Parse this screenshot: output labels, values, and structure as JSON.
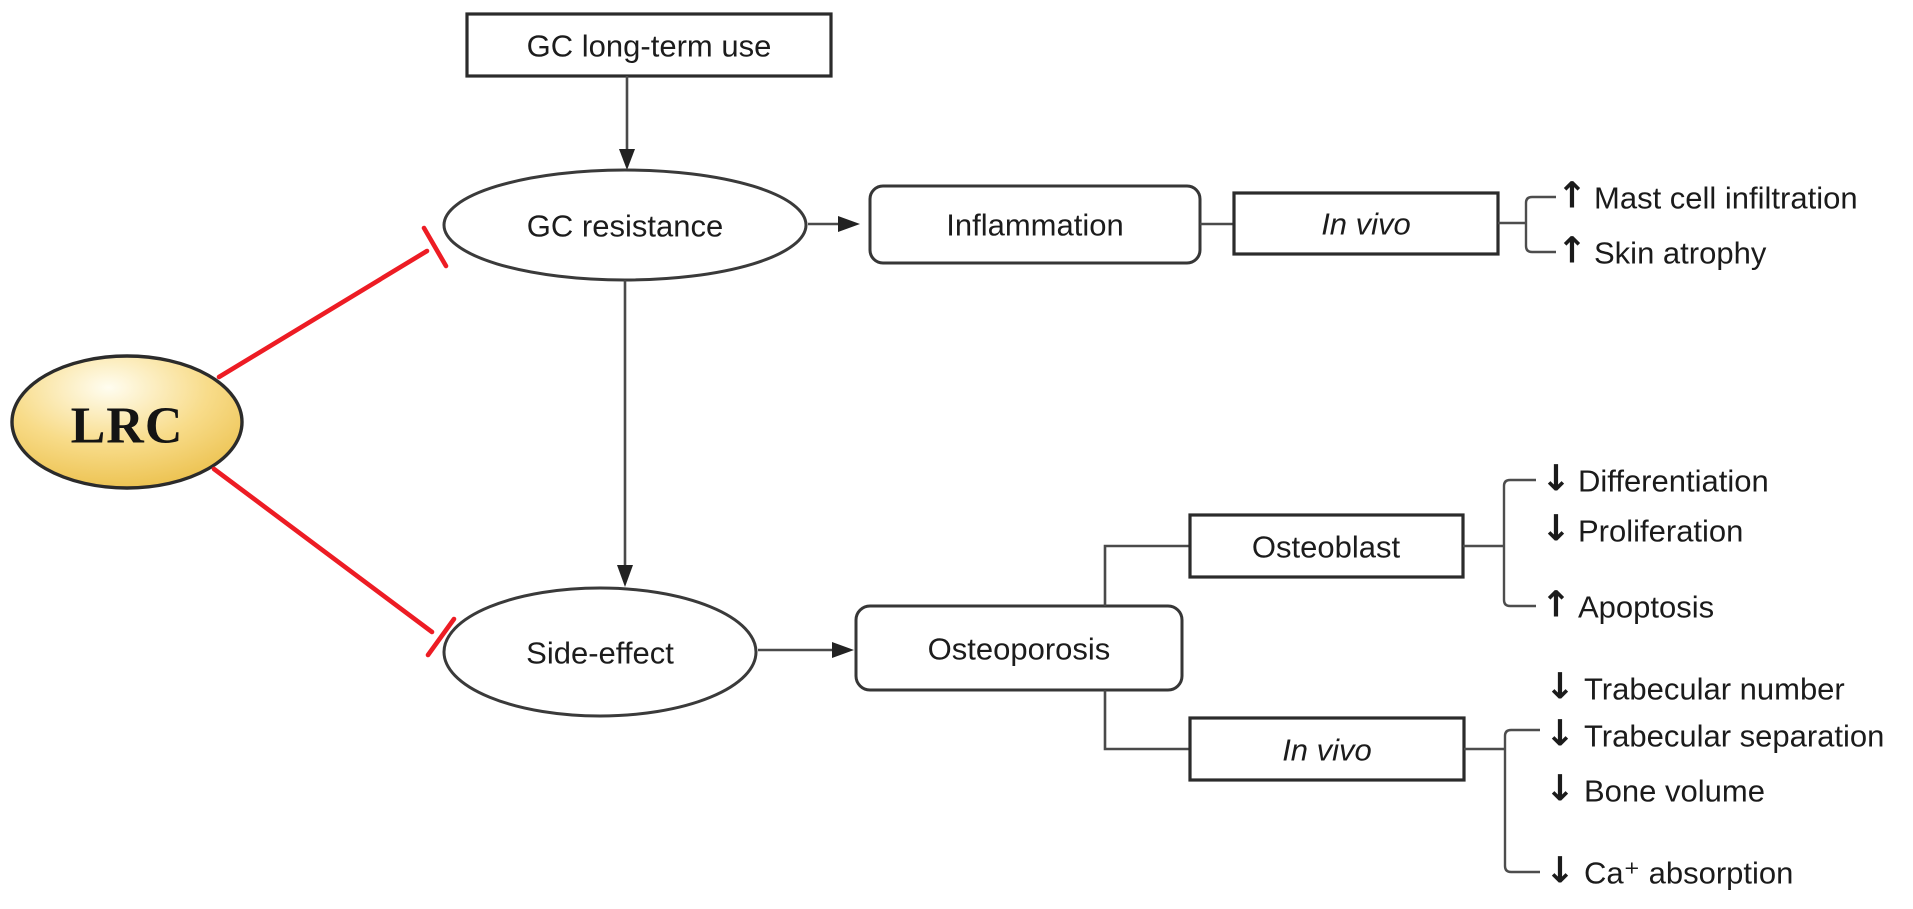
{
  "diagram": {
    "nodes": {
      "gc_long_term_use": "GC long-term use",
      "gc_resistance": "GC resistance",
      "inflammation": "Inflammation",
      "in_vivo_top": "In vivo",
      "lrc": "LRC",
      "side_effect": "Side-effect",
      "osteoporosis": "Osteoporosis",
      "osteoblast": "Osteoblast",
      "in_vivo_bottom": "In vivo"
    },
    "outcomes": {
      "inflammation_in_vivo": [
        {
          "arrow": "↑",
          "label": "Mast cell infiltration"
        },
        {
          "arrow": "↑",
          "label": "Skin atrophy"
        }
      ],
      "osteoblast": [
        {
          "arrow": "↓",
          "label": "Differentiation"
        },
        {
          "arrow": "↓",
          "label": "Proliferation"
        },
        {
          "arrow": "↑",
          "label": "Apoptosis"
        }
      ],
      "osteoporosis_in_vivo": [
        {
          "arrow": "↓",
          "label": "Trabecular number"
        },
        {
          "arrow": "↓",
          "label": "Trabecular separation"
        },
        {
          "arrow": "↓",
          "label": "Bone volume"
        },
        {
          "arrow": "↓",
          "label": "Ca⁺ absorption"
        }
      ]
    },
    "edges": [
      {
        "from": "GC long-term use",
        "to": "GC resistance",
        "type": "arrow"
      },
      {
        "from": "GC resistance",
        "to": "Inflammation",
        "type": "arrow"
      },
      {
        "from": "Inflammation",
        "to": "In vivo",
        "type": "line"
      },
      {
        "from": "GC resistance",
        "to": "Side-effect",
        "type": "arrow"
      },
      {
        "from": "Side-effect",
        "to": "Osteoporosis",
        "type": "arrow"
      },
      {
        "from": "Osteoporosis",
        "to": "Osteoblast",
        "type": "elbow"
      },
      {
        "from": "Osteoporosis",
        "to": "In vivo",
        "type": "elbow"
      },
      {
        "from": "LRC",
        "to": "GC resistance",
        "type": "inhibition"
      },
      {
        "from": "LRC",
        "to": "Side-effect",
        "type": "inhibition"
      }
    ],
    "colors": {
      "inhibition": "#ed1c24",
      "line": "#4a4a4a",
      "text": "#1c1c1c",
      "background": "#ffffff",
      "lrc_gradient": [
        "#fffdf0",
        "#f8dc8a",
        "#e8b93c"
      ]
    }
  }
}
